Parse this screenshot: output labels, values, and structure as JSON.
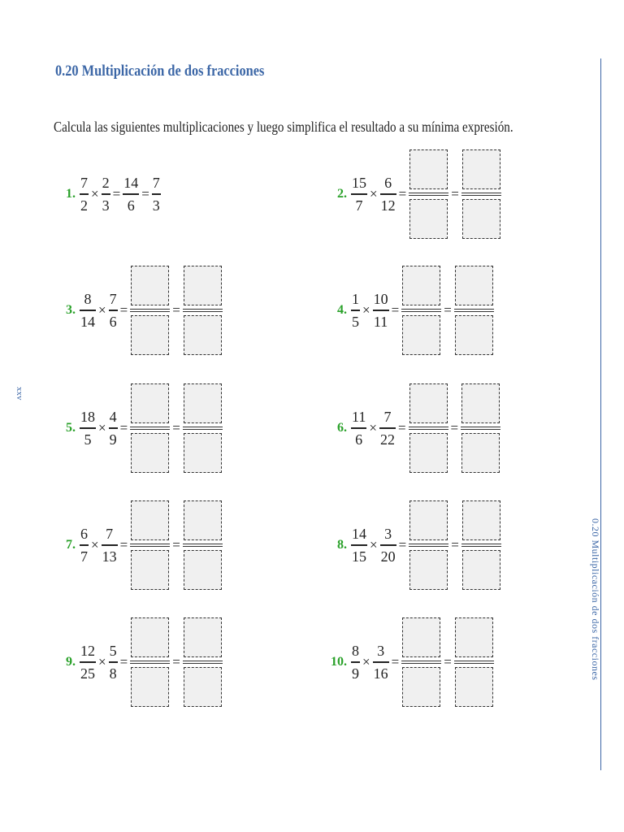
{
  "title": "0.20  Multiplicación de dos fracciones",
  "instructions": "Calcula las siguientes multiplicaciones y luego simplifica el resultado a su mínima expresión.",
  "page_number": "xxv",
  "side_header": "0.20  Multiplicación de dos fracciones",
  "symbols": {
    "times": "×",
    "equals": "="
  },
  "exercises": [
    {
      "num": "1.",
      "a": {
        "n": "7",
        "d": "2"
      },
      "b": {
        "n": "2",
        "d": "3"
      },
      "solved": true,
      "product": {
        "n": "14",
        "d": "6"
      },
      "simplified": {
        "n": "7",
        "d": "3"
      }
    },
    {
      "num": "2.",
      "a": {
        "n": "15",
        "d": "7"
      },
      "b": {
        "n": "6",
        "d": "12"
      },
      "solved": false
    },
    {
      "num": "3.",
      "a": {
        "n": "8",
        "d": "14"
      },
      "b": {
        "n": "7",
        "d": "6"
      },
      "solved": false
    },
    {
      "num": "4.",
      "a": {
        "n": "1",
        "d": "5"
      },
      "b": {
        "n": "10",
        "d": "11"
      },
      "solved": false
    },
    {
      "num": "5.",
      "a": {
        "n": "18",
        "d": "5"
      },
      "b": {
        "n": "4",
        "d": "9"
      },
      "solved": false
    },
    {
      "num": "6.",
      "a": {
        "n": "11",
        "d": "6"
      },
      "b": {
        "n": "7",
        "d": "22"
      },
      "solved": false
    },
    {
      "num": "7.",
      "a": {
        "n": "6",
        "d": "7"
      },
      "b": {
        "n": "7",
        "d": "13"
      },
      "solved": false
    },
    {
      "num": "8.",
      "a": {
        "n": "14",
        "d": "15"
      },
      "b": {
        "n": "3",
        "d": "20"
      },
      "solved": false
    },
    {
      "num": "9.",
      "a": {
        "n": "12",
        "d": "25"
      },
      "b": {
        "n": "5",
        "d": "8"
      },
      "solved": false
    },
    {
      "num": "10.",
      "a": {
        "n": "8",
        "d": "9"
      },
      "b": {
        "n": "3",
        "d": "16"
      },
      "solved": false
    }
  ]
}
